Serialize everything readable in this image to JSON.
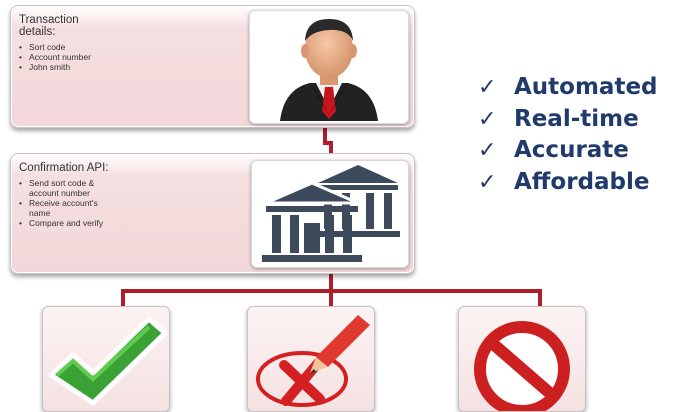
{
  "transaction_box": {
    "title": "Transaction details:",
    "items": [
      "Sort code",
      "Account number",
      "John smith"
    ]
  },
  "api_box": {
    "title": "Confirmation API:",
    "items": [
      "Send sort code & account number",
      "Receive account's name",
      "Compare and verify"
    ]
  },
  "benefits": [
    "Automated",
    "Real-time",
    "Accurate",
    "Affordable"
  ],
  "check_symbol": "✓",
  "colors": {
    "connector": "#b01e2b",
    "benefit_text": "#1f3a6b",
    "box_fill": "#f2d7d9"
  },
  "icons": {
    "person": "businessman-icon",
    "bank": "bank-buildings-icon",
    "results": [
      "green-checkmark-icon",
      "red-x-icon",
      "prohibited-icon"
    ]
  }
}
